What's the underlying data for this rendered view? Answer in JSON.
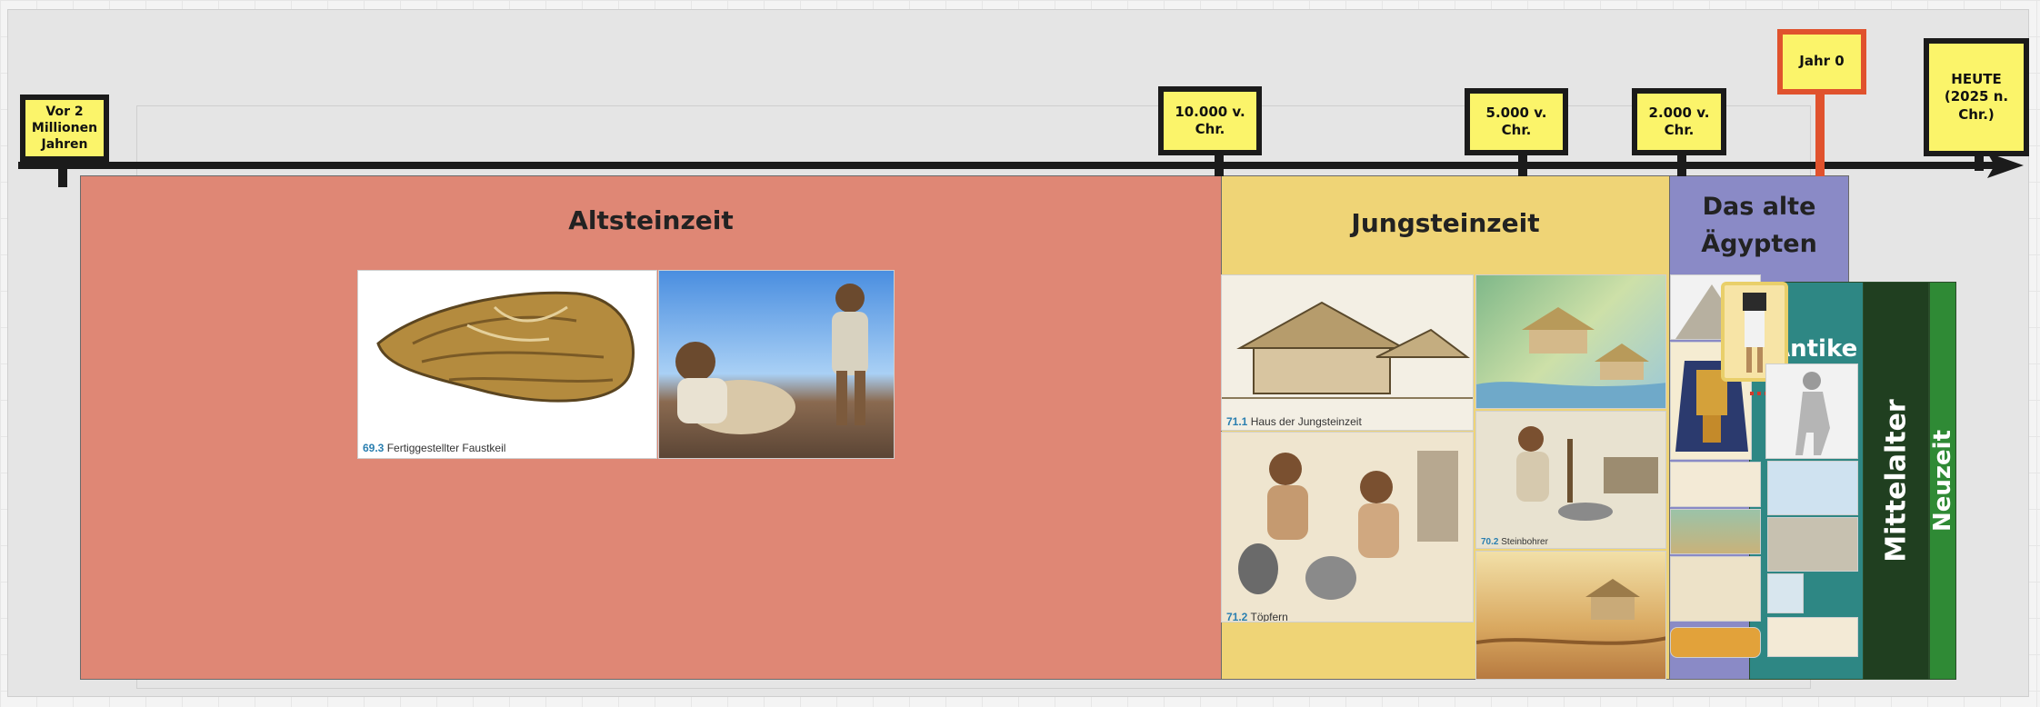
{
  "colors": {
    "altsteinzeit": "#df8775",
    "jungsteinzeit": "#efd476",
    "aegypten": "#8a8ac6",
    "antike": "#2e8784",
    "mittelalter": "#203f20",
    "neuzeit": "#2f8a35",
    "marker": "#fbf46a",
    "year_zero_border": "#e0522d"
  },
  "timeline": {
    "markers": [
      {
        "id": "vor2mio",
        "label": "Vor 2 Millionen Jahren"
      },
      {
        "id": "10000",
        "label": "10.000 v. Chr."
      },
      {
        "id": "5000",
        "label": "5.000 v. Chr."
      },
      {
        "id": "2000",
        "label": "2.000 v. Chr."
      },
      {
        "id": "jahr0",
        "label": "Jahr 0"
      },
      {
        "id": "heute",
        "label": "HEUTE (2025 n. Chr.)"
      }
    ]
  },
  "eras": {
    "altsteinzeit": "Altsteinzeit",
    "jungsteinzeit": "Jungsteinzeit",
    "aegypten": "Das alte Ägypten",
    "antike": "Antike",
    "mittelalter": "Mittelalter",
    "neuzeit": "Neuzeit"
  },
  "images": {
    "faustkeil": {
      "number": "69.3",
      "caption": "Fertiggestellter Faustkeil"
    },
    "haus": {
      "number": "71.1",
      "caption": "Haus der Jungsteinzeit"
    },
    "toepfern": {
      "number": "71.2",
      "caption": "Töpfern"
    },
    "steinbohrer": {
      "number": "70.2",
      "caption": "Steinbohrer"
    }
  }
}
